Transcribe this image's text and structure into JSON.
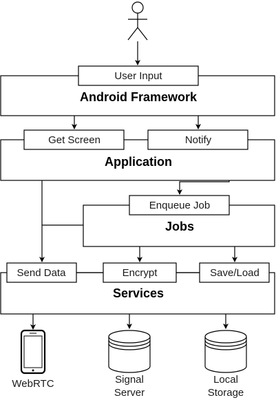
{
  "actor": {
    "icon": "stick-figure-icon"
  },
  "android_framework": {
    "title": "Android Framework",
    "user_input": "User Input"
  },
  "application": {
    "title": "Application",
    "get_screen": "Get Screen",
    "notify": "Notify"
  },
  "jobs": {
    "title": "Jobs",
    "enqueue_job": "Enqueue Job"
  },
  "services": {
    "title": "Services",
    "send_data": "Send Data",
    "encrypt": "Encrypt",
    "save_load": "Save/Load"
  },
  "externals": {
    "webrtc": "WebRTC",
    "signal_server_line1": "Signal",
    "signal_server_line2": "Server",
    "local_storage_line1": "Local",
    "local_storage_line2": "Storage"
  }
}
